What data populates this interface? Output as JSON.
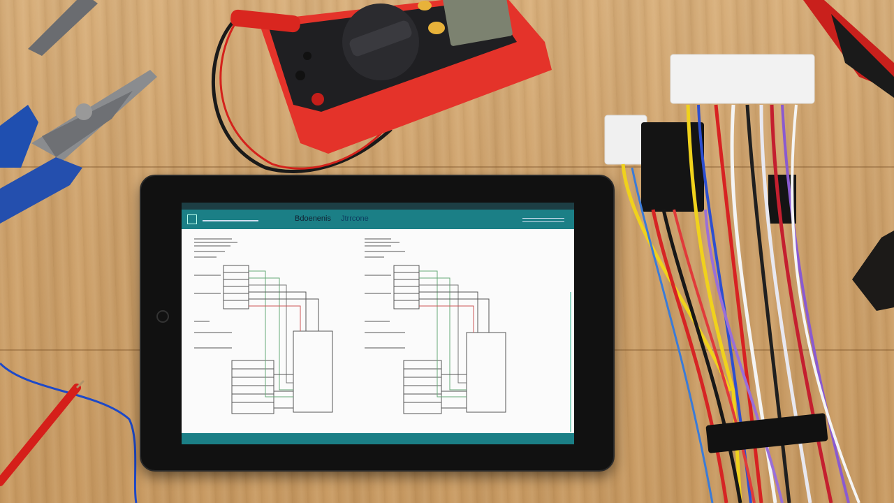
{
  "scene": {
    "description_tags": [
      "wood-workbench",
      "multimeter",
      "pliers",
      "wire-harness",
      "tablet"
    ]
  },
  "tablet": {
    "document_title_part1": "Bdoenenis",
    "document_title_part2": "Jtrrcone",
    "status_left": "",
    "status_right": ""
  },
  "colors": {
    "wood": "#cfa36d",
    "app_bar": "#1b7f86",
    "multimeter_body": "#e8302a",
    "pliers_handle": "#1f4fb0"
  },
  "icons": [
    "multimeter-icon",
    "pliers-icon",
    "wire-harness-icon",
    "connector-icon"
  ]
}
